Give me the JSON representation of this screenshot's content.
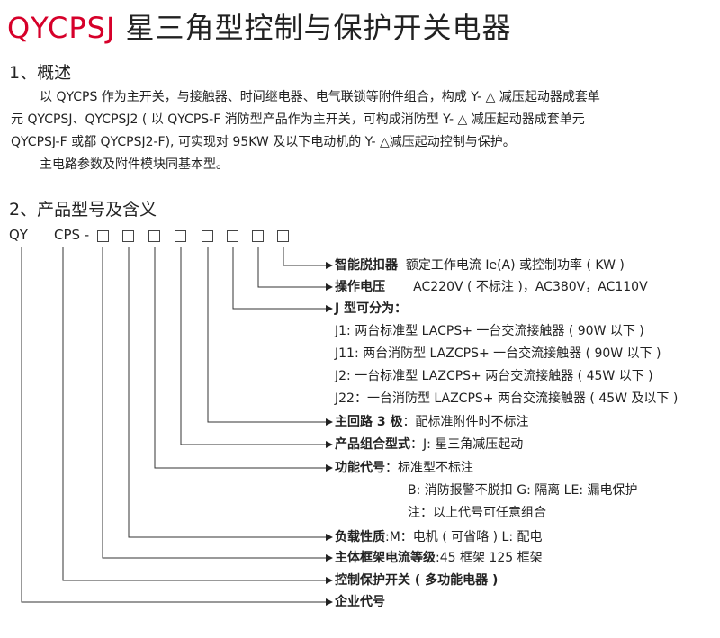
{
  "title": {
    "code": "QYCPSJ",
    "name": "星三角型控制与保护开关电器"
  },
  "section1": {
    "heading": "1、概述",
    "lines": [
      "以 QYCPS 作为主开关，与接触器、时间继电器、电气联锁等附件组合，构成 Y- △ 减压起动器成套单",
      "元 QYCPSJ、QYCPSJ2 ( 以 QYCPS-F 消防型产品作为主开关，可构成消防型 Y- △ 减压起动器成套单元",
      "QYCPSJ-F 或都 QYCPSJ2-F), 可实现对 95KW 及以下电动机的 Y- △减压起动控制与保护。",
      "主电路参数及附件模块同基本型。"
    ]
  },
  "section2": {
    "heading": "2、产品型号及含义",
    "code_prefix": "QY",
    "code_middle": "CPS -",
    "items": [
      {
        "label": "智能脱扣器",
        "text": "额定工作电流 Ie(A) 或控制功率 ( KW )"
      },
      {
        "label": "操作电压",
        "text": "AC220V ( 不标注 )，AC380V，AC110V"
      },
      {
        "label": "J 型可分为：",
        "text": ""
      },
      {
        "label": "",
        "text": "J1: 两台标准型 LACPS+ 一台交流接触器 ( 90W 以下 )"
      },
      {
        "label": "",
        "text": "J11: 两台消防型 LAZCPS+ 一台交流接触器 ( 90W 以下 )"
      },
      {
        "label": "",
        "text": "J2: 一台标准型 LAZCPS+ 两台交流接触器 ( 45W 以下 )"
      },
      {
        "label": "",
        "text": "J22：一台消防型 LAZCPS+ 两台交流接触器 ( 45W 及以下 )"
      },
      {
        "label": "主回路 3 极",
        "text": "：配标准附件时不标注"
      },
      {
        "label": "产品组合型式",
        "text": "：J: 星三角减压起动"
      },
      {
        "label": "功能代号",
        "text": "：标准型不标注"
      },
      {
        "label": "",
        "text": "B: 消防报警不脱扣  G: 隔离  LE: 漏电保护"
      },
      {
        "label": "",
        "text": "注：以上代号可任意组合"
      },
      {
        "label": "负载性质",
        "text": ":M：电机 ( 可省略 )    L: 配电"
      },
      {
        "label": "主体框架电流等级",
        "text": ":45 框架   125 框架"
      },
      {
        "label": "控制保护开关 ( 多功能电器 )",
        "text": ""
      },
      {
        "label": "企业代号",
        "text": ""
      }
    ]
  }
}
